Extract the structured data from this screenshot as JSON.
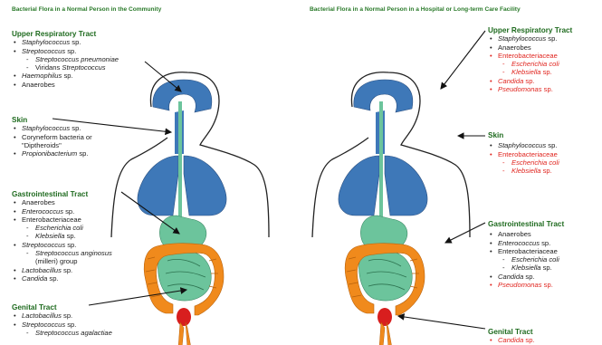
{
  "titles": {
    "left": "Bacterial Flora in a Normal Person in the Community",
    "right": "Bacterial Flora in a Normal Person in a Hospital or Long-term Care Facility"
  },
  "left": {
    "upper_respiratory": {
      "title": "Upper Respiratory Tract",
      "items": [
        {
          "text": "Staphylococcus",
          "suffix": " sp."
        },
        {
          "text": "Streptococcus",
          "suffix": " sp."
        },
        {
          "text": "Streptococcus pneumoniae",
          "suffix": ""
        },
        {
          "text": "Viridans ",
          "suffix": "Streptococcus"
        },
        {
          "text": "Haemophilus",
          "suffix": " sp."
        },
        {
          "text": "Anaerobes",
          "suffix": ""
        }
      ]
    },
    "skin": {
      "title": "Skin",
      "items": [
        {
          "text": "Staphylococcus",
          "suffix": " sp."
        },
        {
          "text": "Coryneform bacteria or",
          "suffix": ""
        },
        {
          "text": "\"Diptheroids\"",
          "suffix": ""
        },
        {
          "text": "Propionibacterium",
          "suffix": " sp."
        }
      ]
    },
    "gastrointestinal": {
      "title": "Gastrointestinal Tract",
      "items": [
        {
          "text": "Anaerobes",
          "suffix": ""
        },
        {
          "text": "Enterococcus",
          "suffix": " sp."
        },
        {
          "text": "Enterobacteriaceae",
          "suffix": ""
        },
        {
          "text": "Escherichia coli",
          "suffix": ""
        },
        {
          "text": "Klebsiella",
          "suffix": " sp."
        },
        {
          "text": "Streptococcus",
          "suffix": " sp."
        },
        {
          "text": "Streptococcus anginosus",
          "suffix": ""
        },
        {
          "text": "(milleri) group",
          "suffix": ""
        },
        {
          "text": "Lactobacillus",
          "suffix": " sp."
        },
        {
          "text": "Candida",
          "suffix": " sp."
        }
      ]
    },
    "genital": {
      "title": "Genital Tract",
      "items": [
        {
          "text": "Lactobacillus",
          "suffix": " sp."
        },
        {
          "text": "Streptococcus",
          "suffix": " sp."
        },
        {
          "text": "Streptococcus agalactiae",
          "suffix": ""
        }
      ]
    }
  },
  "right": {
    "upper_respiratory": {
      "title": "Upper Respiratory Tract",
      "items": [
        {
          "text": "Staphylococcus",
          "suffix": " sp."
        },
        {
          "text": "Anaerobes",
          "suffix": ""
        },
        {
          "text": "Enterobacteriaceae",
          "suffix": ""
        },
        {
          "text": "Escherichia coli",
          "suffix": ""
        },
        {
          "text": "Klebsiella",
          "suffix": " sp."
        },
        {
          "text": "Candida",
          "suffix": " sp."
        },
        {
          "text": "Pseudomonas",
          "suffix": " sp."
        }
      ]
    },
    "skin": {
      "title": "Skin",
      "items": [
        {
          "text": "Staphylococcus",
          "suffix": " sp."
        },
        {
          "text": "Enterobacteriaceae",
          "suffix": ""
        },
        {
          "text": "Escherichia coli",
          "suffix": ""
        },
        {
          "text": "Klebsiella",
          "suffix": " sp."
        }
      ]
    },
    "gastrointestinal": {
      "title": "Gastrointestinal Tract",
      "items": [
        {
          "text": "Anaerobes",
          "suffix": ""
        },
        {
          "text": "Enterococcus",
          "suffix": " sp."
        },
        {
          "text": "Enterobacteriaceae",
          "suffix": ""
        },
        {
          "text": "Escherichia coli",
          "suffix": ""
        },
        {
          "text": "Klebsiella",
          "suffix": " sp."
        },
        {
          "text": "Candida",
          "suffix": " sp."
        },
        {
          "text": "Pseudomonas",
          "suffix": " sp."
        }
      ]
    },
    "genital": {
      "title": "Genital Tract",
      "items": [
        {
          "text": "Candida",
          "suffix": " sp."
        }
      ]
    }
  },
  "colors": {
    "title_green": "#2a7a2a",
    "heading_green": "#1f6b1f",
    "hospital_acquired_red": "#e0251f",
    "airway_blue": "#3e78b8",
    "stomach_green": "#6cc49c",
    "colon_orange": "#f08a1c",
    "organ_red": "#d81e1e"
  }
}
